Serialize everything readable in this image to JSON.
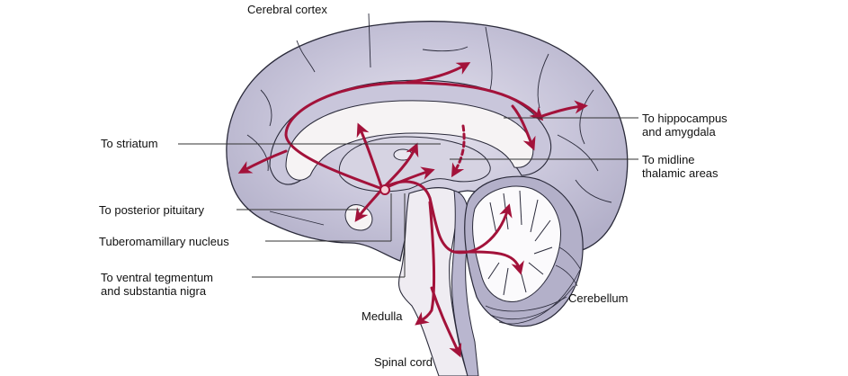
{
  "title": "Histaminergic projections from the tuberomamillary nucleus",
  "colors": {
    "brain_fill": "#b9b6cf",
    "brain_light": "#e6e3ee",
    "white_matter": "#f6f3f4",
    "outline": "#2a2a3a",
    "pathway": "#a3123a",
    "leader": "#333333"
  },
  "labels": {
    "cerebral_cortex": "Cerebral cortex",
    "to_striatum": "To striatum",
    "to_posterior_pituitary": "To posterior pituitary",
    "tuberomamillary_nucleus": "Tuberomamillary nucleus",
    "to_ventral_tegmentum_line1": "To ventral tegmentum",
    "to_ventral_tegmentum_line2": "and substantia nigra",
    "to_hippocampus_line1": "To hippocampus",
    "to_hippocampus_line2": "and amygdala",
    "to_midline_line1": "To midline",
    "to_midline_line2": "thalamic areas",
    "cerebellum": "Cerebellum",
    "medulla": "Medulla",
    "spinal_cord": "Spinal cord"
  }
}
